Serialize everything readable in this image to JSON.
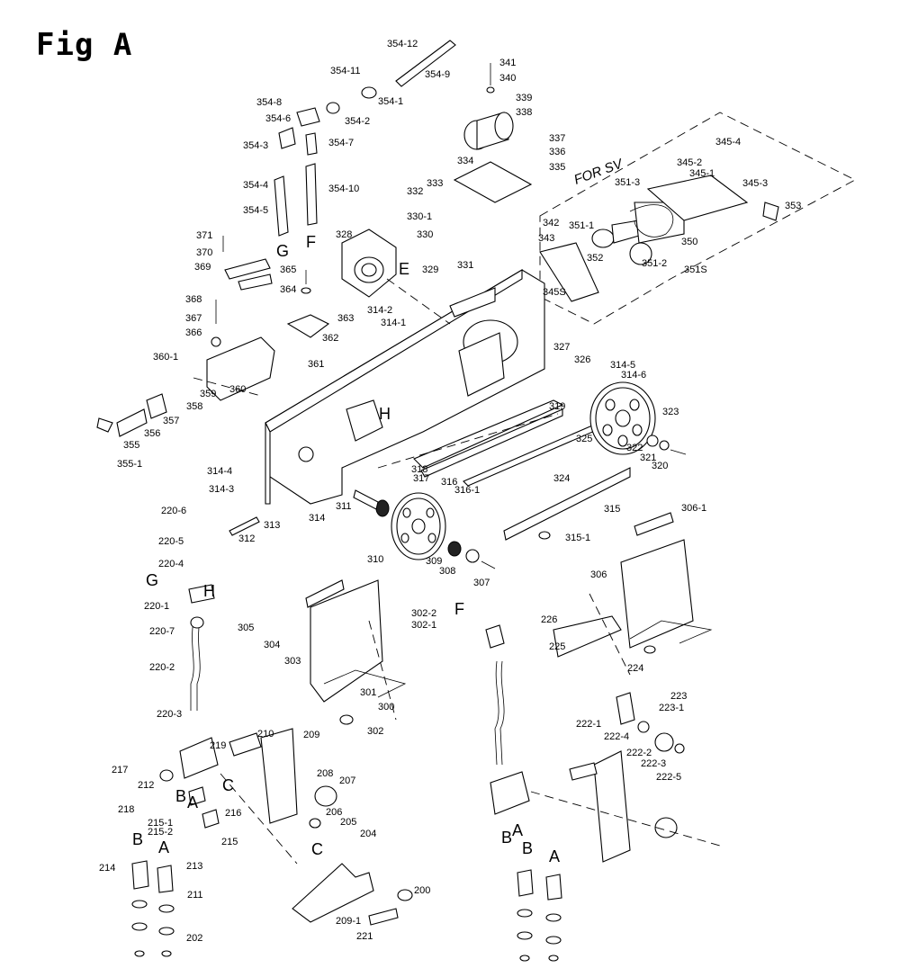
{
  "title": "Fig A",
  "subassembly_label": "FOR SV",
  "letters": [
    "G",
    "F",
    "E",
    "H",
    "H",
    "G",
    "F",
    "A",
    "B",
    "C",
    "B",
    "A",
    "C",
    "B",
    "A",
    "B",
    "A"
  ],
  "parts": [
    "354-12",
    "354-11",
    "354-9",
    "354-1",
    "354-8",
    "354-6",
    "354-2",
    "354-3",
    "354-7",
    "354-4",
    "354-10",
    "354-5",
    "341",
    "340",
    "339",
    "338",
    "337",
    "336",
    "335",
    "334",
    "333",
    "332",
    "330-1",
    "330",
    "329",
    "331",
    "328",
    "345-4",
    "345-2",
    "345-1",
    "345-3",
    "351-3",
    "353",
    "342",
    "343",
    "351-1",
    "350",
    "352",
    "351-2",
    "351S",
    "345S",
    "371",
    "370",
    "369",
    "365",
    "364",
    "363",
    "362",
    "361",
    "368",
    "367",
    "366",
    "360-1",
    "360",
    "359",
    "358",
    "357",
    "356",
    "355",
    "355-1",
    "314-2",
    "314-1",
    "327",
    "326",
    "314-5",
    "314-6",
    "319",
    "323",
    "325",
    "322",
    "321",
    "320",
    "324",
    "318",
    "317",
    "316",
    "316-1",
    "315",
    "315-1",
    "314-4",
    "314-3",
    "314",
    "313",
    "312",
    "311",
    "310",
    "309",
    "308",
    "307",
    "220-6",
    "220-5",
    "220-4",
    "220-1",
    "220-7",
    "220-2",
    "220-3",
    "305",
    "304",
    "303",
    "302-2",
    "302-1",
    "301",
    "300",
    "302",
    "306-1",
    "306",
    "226",
    "225",
    "224",
    "223",
    "223-1",
    "222-1",
    "222-4",
    "222-2",
    "222-3",
    "222-5",
    "217",
    "219",
    "212",
    "210",
    "209",
    "208",
    "207",
    "206",
    "205",
    "204",
    "218",
    "215-1",
    "215-2",
    "216",
    "215",
    "214",
    "213",
    "211",
    "202",
    "200",
    "209-1",
    "221"
  ]
}
